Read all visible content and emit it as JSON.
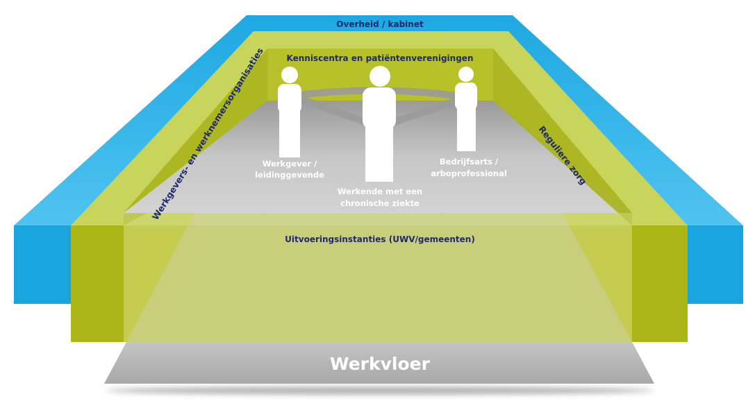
{
  "colors": {
    "blue": "#29b2e9",
    "green": "#b5c21e",
    "grey": "#bfbfbf",
    "navy": "#1e2a6b",
    "white": "#ffffff"
  },
  "labels": {
    "government": "Overheid / kabinet",
    "knowledge": "Kenniscentra en patiëntenverenigingen",
    "employer_orgs": "Werkgevers- en werknemersorganisaties",
    "regular_care": "Reguliere zorg",
    "execution": "Uitvoeringsinstanties (UWV/gemeenten)",
    "floor": "Werkvloer"
  },
  "people": {
    "employer": {
      "line1": "Werkgever /",
      "line2": "leidinggevende"
    },
    "worker": {
      "line1": "Werkende met een",
      "line2": "chronische ziekte"
    },
    "doctor": {
      "line1": "Bedrijfsarts /",
      "line2": "arboprofessional"
    }
  },
  "icons": {
    "employer": "person-icon",
    "worker": "person-icon",
    "doctor": "person-icon"
  }
}
